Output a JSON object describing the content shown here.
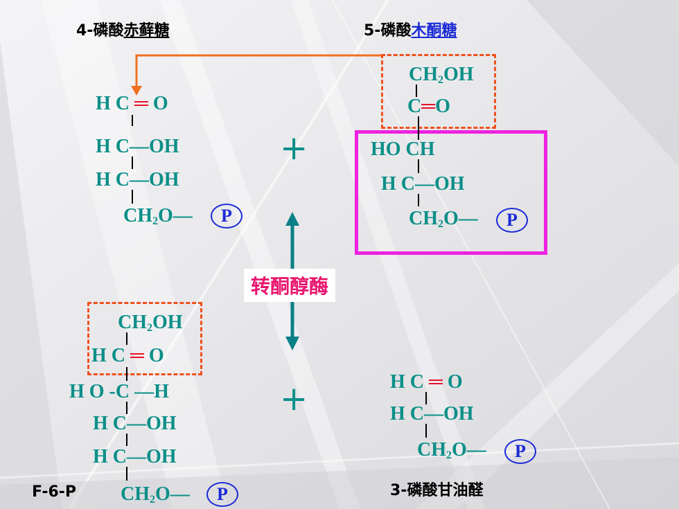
{
  "labels": {
    "e4p_prefix": "4-磷酸",
    "e4p_name": "赤藓糖",
    "x5p_prefix": "5-磷酸",
    "x5p_name": "木酮糖",
    "f6p": "F-6-P",
    "g3p": "3-磷酸甘油醛"
  },
  "enzyme": "转酮醇酶",
  "plus": "+",
  "phosphate": "P",
  "erythrose": {
    "r1_h": "H",
    "r1_c": "C",
    "r1_eq": "═",
    "r1_o": "O",
    "r2": "H C—OH",
    "r3": "H C—OH",
    "r4_a": "CH",
    "r4_sub": "2",
    "r4_b": "O—"
  },
  "xylulose": {
    "r1_a": "CH",
    "r1_sub": "2",
    "r1_b": "OH",
    "r2_c": "C",
    "r2_eq": "═",
    "r2_o": "O",
    "r3": "HO CH",
    "r4": "H C—OH",
    "r5_a": "CH",
    "r5_sub": "2",
    "r5_b": "O—"
  },
  "fructose": {
    "r1_a": "CH",
    "r1_sub": "2",
    "r1_b": "OH",
    "r2_h": "H",
    "r2_c": "C",
    "r2_eq": "═",
    "r2_o": "O",
    "r3": "H O -C —H",
    "r4": "H C—OH",
    "r5": "H C—OH",
    "r6_a": "CH",
    "r6_sub": "2",
    "r6_b": "O—"
  },
  "g3p_struct": {
    "r1_h": "H",
    "r1_c": "C",
    "r1_eq": "═",
    "r1_o": "O",
    "r2": "H C—OH",
    "r3_a": "CH",
    "r3_sub": "2",
    "r3_b": "O—"
  },
  "colors": {
    "formula": "#0b8f88",
    "double_bond": "#e8102a",
    "phosphate": "#1c2bd6",
    "dashed_box": "#f0501e",
    "magenta_box": "#ee22e0",
    "enzyme_text": "#e8166e",
    "arrow": "#0b7f86",
    "transfer_arrow": "#f07020"
  }
}
